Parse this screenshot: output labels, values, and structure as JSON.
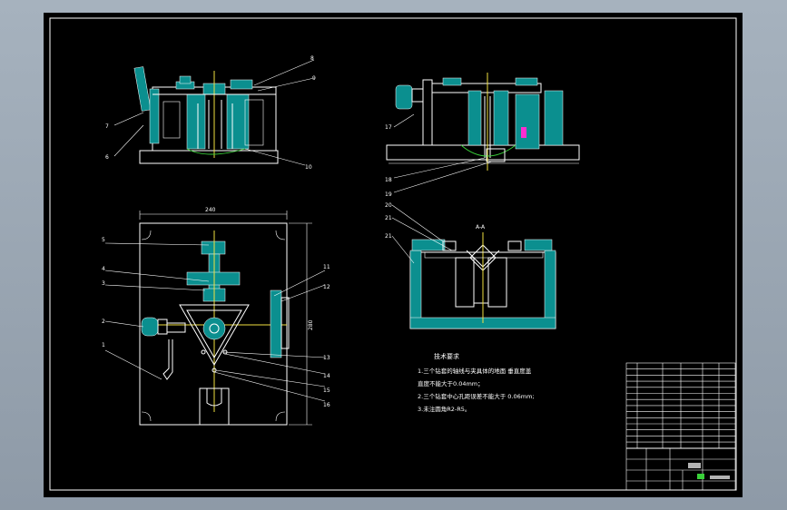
{
  "callouts": {
    "c8": "8",
    "c9": "9",
    "c7": "7",
    "c6": "6",
    "c10": "10",
    "c17": "17",
    "c18": "18",
    "c19": "19",
    "c20": "20",
    "c21a": "21",
    "c21b": "21",
    "c5": "5",
    "c4": "4",
    "c3": "3",
    "c2": "2",
    "c1": "1",
    "c11": "11",
    "c12": "12",
    "c13": "13",
    "c14": "14",
    "c15": "15",
    "c16": "16"
  },
  "dimensions": {
    "width": "240",
    "height": "280"
  },
  "section_label": "A-A",
  "technical_requirements": {
    "title": "技术要求",
    "line1": "1.三个钻套的轴线与夹具体的地面 垂直度盖",
    "line2": "直度不能大于0.04mm；",
    "line3": "2.三个钻套中心孔距误差不能大于  0.06mm;",
    "line4": "3.未注圆角R2-R5。"
  },
  "colors": {
    "background": "#000000",
    "outline": "#ffffff",
    "section": "#0b8f8f",
    "center": "#f0e040",
    "hidden": "#39d039",
    "marker": "#ff2dd0"
  }
}
